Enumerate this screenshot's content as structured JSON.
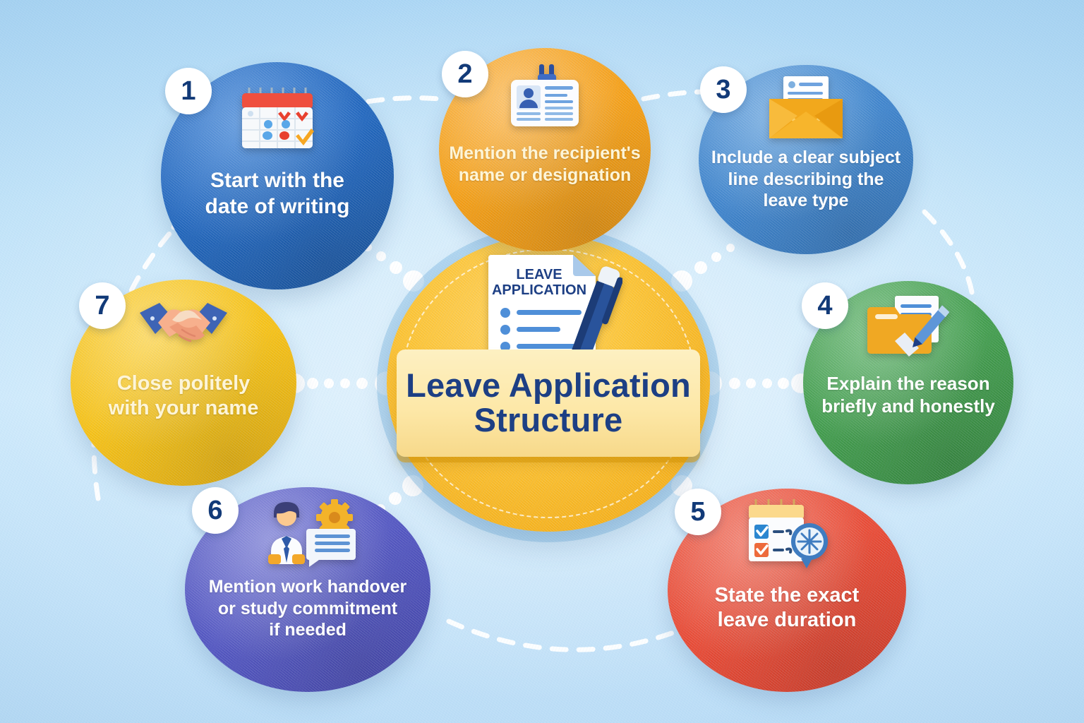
{
  "title": "Leave Application Structure",
  "center": {
    "name": "center-hub",
    "title_line1": "Leave Application",
    "title_line2": "Structure",
    "doc_label_line1": "LEAVE",
    "doc_label_line2": "APPLICATION",
    "color": "#f5b115",
    "banner_color": "#fbe7a4",
    "title_color": "#1d3f84",
    "icon": "document-with-pen-icon"
  },
  "background": {
    "color_top": "#a9d5f4",
    "color_mid": "#cde9fb",
    "color_bottom": "#b9dcf6",
    "connector_color": "#ffffff"
  },
  "steps": [
    {
      "number": "1",
      "line1": "Start with the",
      "line2": "date of writing",
      "line3": "",
      "color": "#1c63bd",
      "icon": "calendar-icon",
      "text_tone": "white"
    },
    {
      "number": "2",
      "line1": "Mention the recipient's",
      "line2": "name or designation",
      "line3": "",
      "color": "#f59d10",
      "icon": "id-card-icon",
      "text_tone": "warm"
    },
    {
      "number": "3",
      "line1": "Include a clear subject",
      "line2": "line describing the",
      "line3": "leave type",
      "color": "#3a81cb",
      "icon": "open-envelope-icon",
      "text_tone": "white"
    },
    {
      "number": "4",
      "line1": "Explain the reason",
      "line2": "briefly and honestly",
      "line3": "",
      "color": "#3d9a48",
      "icon": "folder-document-pencil-icon",
      "text_tone": "white"
    },
    {
      "number": "5",
      "line1": "State the exact",
      "line2": "leave duration",
      "line3": "",
      "color": "#e8452f",
      "icon": "checklist-clock-icon",
      "text_tone": "white"
    },
    {
      "number": "6",
      "line1": "Mention work handover",
      "line2": "or study commitment",
      "line3": "if needed",
      "color": "#4f52c0",
      "icon": "person-gear-message-icon",
      "text_tone": "white"
    },
    {
      "number": "7",
      "line1": "Close politely",
      "line2": "with your name",
      "line3": "",
      "color": "#f6c011",
      "icon": "handshake-icon",
      "text_tone": "warm"
    }
  ]
}
